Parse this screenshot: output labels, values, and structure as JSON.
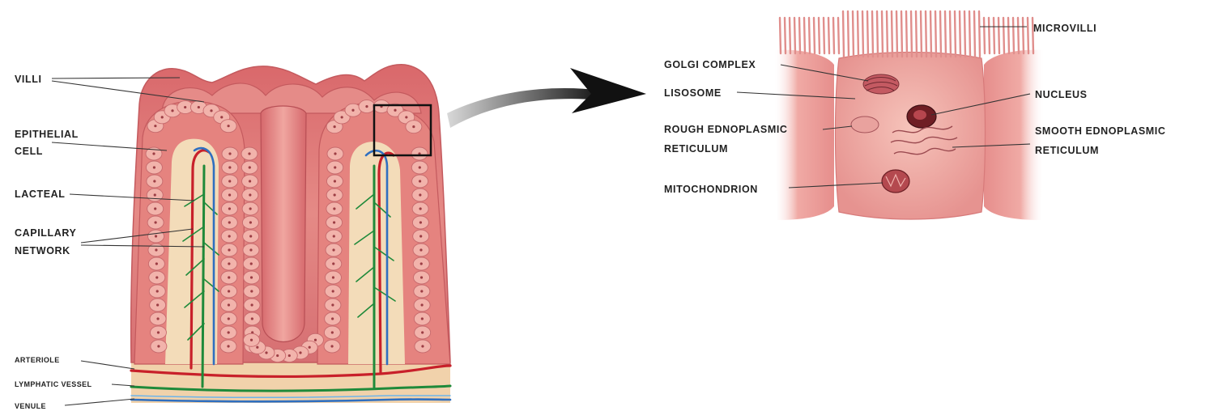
{
  "left_labels": {
    "villi": "VILLI",
    "epithelial_cell": [
      "EPITHELIAL",
      "CELL"
    ],
    "lacteal": "LACTEAL",
    "capillary_network": [
      "CAPILLARY",
      "NETWORK"
    ],
    "arteriole": "ARTERIOLE",
    "lymphatic_vessel": "LYMPHATIC VESSEL",
    "venule": "VENULE"
  },
  "right_labels": {
    "microvilli": "MICROVILLI",
    "golgi_complex": "GOLGI COMPLEX",
    "lisosome": "LISOSOME",
    "nucleus": "NUCLEUS",
    "rough_er": [
      "ROUGH EDNOPLASMIC",
      "RETICULUM"
    ],
    "smooth_er": [
      "SMOOTH EDNOPLASMIC",
      "RETICULUM"
    ],
    "mitochondrion": "MITOCHONDRION"
  },
  "colors": {
    "tissue": "#e07a7a",
    "tissue_dark": "#c95d5f",
    "tissue_light": "#f2b1aa",
    "core": "#f3d9b5",
    "arteriole": "#c8202a",
    "lymphatic": "#1f8a3a",
    "venule": "#2f6fc0"
  }
}
